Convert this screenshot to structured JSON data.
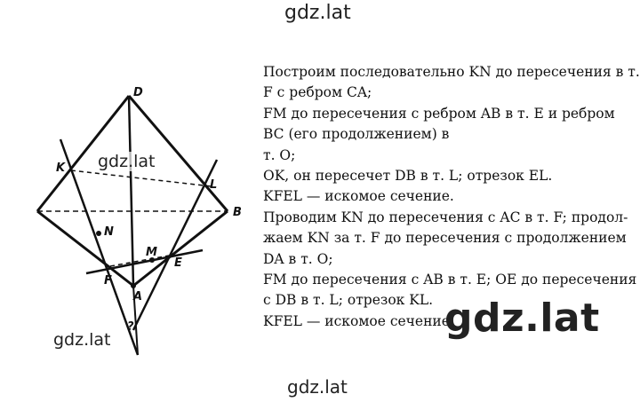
{
  "watermark": "gdz.lat",
  "figure": {
    "labels": {
      "D": "D",
      "K": "K",
      "L": "L",
      "B": "B",
      "N": "N",
      "M": "M",
      "E": "E",
      "F": "F",
      "A": "A",
      "O": "?"
    }
  },
  "solution_lines": [
    "Построим последовательно KN до пересечения в т.",
    "F с ребром CA;",
    "FM до пересечения с ребром AB в т. E и ребром",
    "BC (его продолжением) в",
    "т. O;",
    "OK, он пересечет DB в т. L; отрезок EL.",
    "KFEL — искомое сечение.",
    "Проводим KN до пересечения с AC в т. F; продол-",
    "жаем KN за т. F до пересечения с продолжением",
    "DA в т. O;",
    "FM до пересечения с AB в т. E; OE до пересечения",
    "с DB в т. L; отрезок KL.",
    "KFEL — искомое сечение"
  ]
}
